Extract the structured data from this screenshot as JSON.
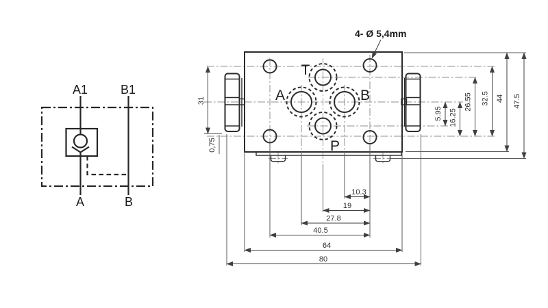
{
  "schematic": {
    "labels": {
      "top_left": "A1",
      "top_right": "B1",
      "bottom_left": "A",
      "bottom_right": "B"
    }
  },
  "drawing": {
    "hole_note": "4- Ø 5,4mm",
    "port_labels": {
      "t": "T",
      "a": "A",
      "b": "B",
      "p": "P"
    },
    "dims_bottom": [
      "10.3",
      "19",
      "27.8",
      "40.5",
      "64",
      "80"
    ],
    "dims_right": [
      "5.95",
      "16.25",
      "26.55",
      "32.5",
      "44",
      "47.5"
    ],
    "dims_left": [
      "31",
      "0,75"
    ]
  },
  "colors": {
    "line": "#2b2b2b",
    "dimension": "#3f3f3f",
    "centerline": "#8f8f8f",
    "background": "#ffffff"
  }
}
